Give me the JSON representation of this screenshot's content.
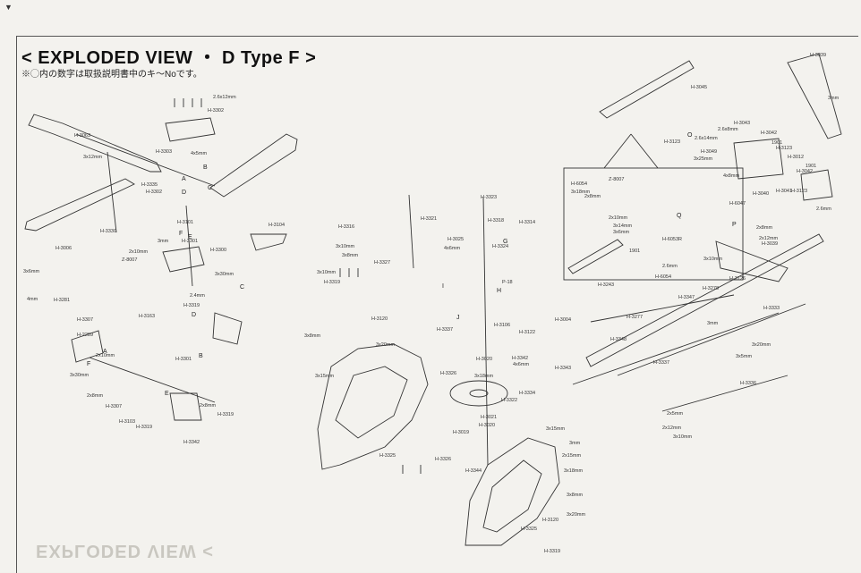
{
  "title": "< EXPLODED VIEW ・ D Type F >",
  "note": "※◯内の数字は取扱説明書中のキ～Noです。",
  "corner_mark": "▼",
  "mirror_text": "EXPLODED VIEW <",
  "part_labels": [
    "2.6x12mm",
    "H-3302",
    "H-3303",
    "4x5mm",
    "H-3063",
    "3x12mm",
    "H-3335",
    "H-3302",
    "H-3101",
    "H-3301",
    "H-3330",
    "3mm",
    "H-3006",
    "3x6mm",
    "4mm",
    "H-3281",
    "2x10mm",
    "Z-8007",
    "H-3300",
    "3x30mm",
    "2.4mm",
    "H-3104",
    "H-3319",
    "H-3307",
    "H-3163",
    "H-2289",
    "2x10mm",
    "3x30mm",
    "2x8mm",
    "H-3301",
    "H-3307",
    "H-3103",
    "H-3319",
    "2x8mm",
    "H-3319",
    "H-3342",
    "H-3316",
    "3x10mm",
    "3x8mm",
    "H-3327",
    "3x10mm",
    "H-3319",
    "H-3120",
    "3x8mm",
    "3x20mm",
    "3x15mm",
    "H-3325",
    "H-3321",
    "H-3323",
    "H-3318",
    "H-3314",
    "H-3025",
    "H-3324",
    "4x6mm",
    "P-18",
    "H-3337",
    "H-3106",
    "H-3122",
    "3x18mm",
    "H-3342",
    "4x6mm",
    "H-3020",
    "H-3326",
    "H-3334",
    "H-3322",
    "H-3021",
    "H-3020",
    "H-3019",
    "H-3326",
    "H-3344",
    "3x15mm",
    "3mm",
    "2x15mm",
    "H-3004",
    "H-3343",
    "3x18mm",
    "3x8mm",
    "3x20mm",
    "H-3120",
    "H-3325",
    "H-3319",
    "Z-8007",
    "H-6054",
    "3x18mm",
    "2x8mm",
    "2x10mm",
    "3x14mm",
    "3x6mm",
    "H-6053R",
    "1901",
    "2.6mm",
    "H-3243",
    "H-6054",
    "H-3045",
    "H-3123",
    "H-3043",
    "2.6x8mm",
    "H-3042",
    "2.6x14mm",
    "1901",
    "H-3049",
    "3x25mm",
    "H-3123",
    "H-3012",
    "1901",
    "H-3042",
    "H-3040",
    "H-3041",
    "H-3123",
    "4x8mm",
    "H-6047",
    "2x8mm",
    "2x12mm",
    "H-3039",
    "3x10mm",
    "H-3126",
    "H-3278",
    "H-3347",
    "H-3333",
    "H-3277",
    "H-3348",
    "H-3337",
    "3mm",
    "3x20mm",
    "3x5mm",
    "H-3336",
    "2x5mm",
    "2x12mm",
    "3x10mm",
    "H-3039",
    "3mm",
    "2.6mm"
  ],
  "letters": [
    "A",
    "B",
    "C",
    "D",
    "E",
    "F",
    "G",
    "H",
    "I",
    "J",
    "O",
    "P",
    "Q",
    "A",
    "B",
    "C",
    "D",
    "E",
    "F"
  ]
}
